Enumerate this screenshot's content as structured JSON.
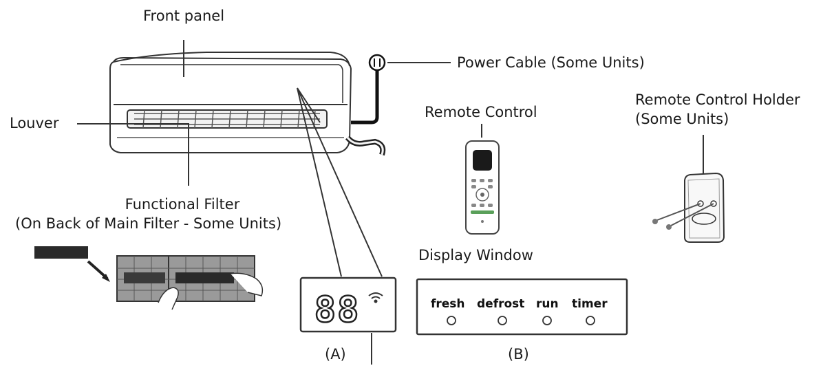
{
  "labels": {
    "front_panel": "Front panel",
    "power_cable": "Power Cable (Some Units)",
    "louver": "Louver",
    "remote_control": "Remote Control",
    "remote_holder_line1": "Remote Control Holder",
    "remote_holder_line2": "(Some Units)",
    "functional_filter_line1": "Functional Filter",
    "functional_filter_line2": "(On Back of Main Filter - Some Units)",
    "display_window": "Display Window",
    "display_a_caption": "(A)",
    "display_b_caption": "(B)"
  },
  "display_a": {
    "digits": "88"
  },
  "display_b": {
    "indicators": [
      "fresh",
      "defrost",
      "run",
      "timer"
    ]
  },
  "icons": [
    "ac-indoor-unit-icon",
    "power-plug-icon",
    "remote-control-icon",
    "remote-holder-icon",
    "filter-icon",
    "wifi-icon",
    "indicator-lamp-icon"
  ]
}
